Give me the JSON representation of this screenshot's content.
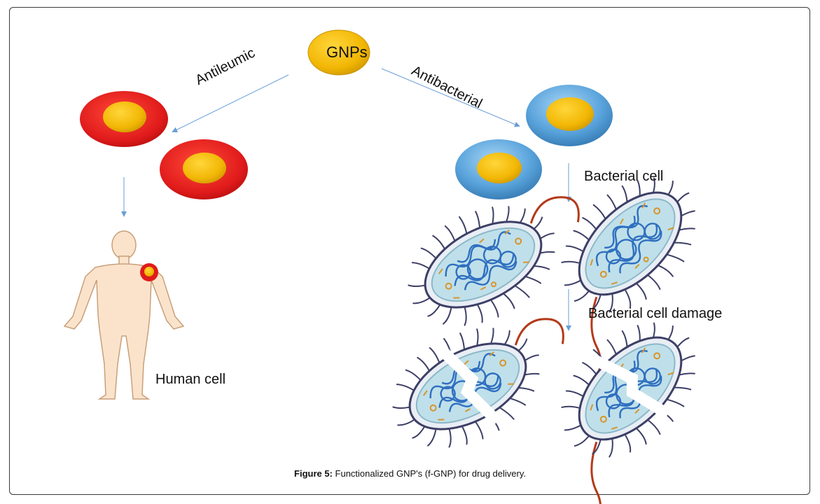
{
  "diagram": {
    "center_label": "GNPs",
    "left_branch_label": "Antileumic",
    "right_branch_label": "Antibacterial",
    "bacterial_cell_label": "Bacterial cell",
    "bacterial_damage_label": "Bacterial cell damage",
    "human_cell_label": "Human cell"
  },
  "caption": {
    "prefix": "Figure 5:",
    "text": " Functionalized GNP's (f-GNP) for drug delivery."
  },
  "colors": {
    "gold": "#f2b705",
    "red_shell": "#e01b1b",
    "blue_shell": "#5aa4dc",
    "arrow": "#6a9ed8",
    "skin": "#fbe3cb",
    "bacteria_outline": "#3d3f66",
    "flagellum": "#b33a1a"
  }
}
